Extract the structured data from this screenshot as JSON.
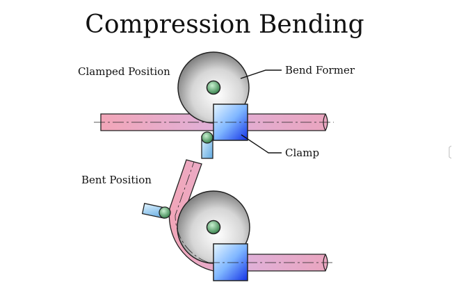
{
  "title": "Compression Bending",
  "labels": {
    "clamped_position": "Clamped Position",
    "bent_position": "Bent Position",
    "bend_former": "Bend Former",
    "clamp": "Clamp"
  },
  "colors": {
    "tube_fill": "#e8a9c0",
    "tube_stroke": "#222222",
    "former_light": "#ffffff",
    "former_dark": "#7a7a7a",
    "clamp_light": "#d8f0ff",
    "clamp_dark": "#1433e6",
    "pivot_fill": "#5aa56a",
    "stop_fill": "#8fcbe8"
  }
}
